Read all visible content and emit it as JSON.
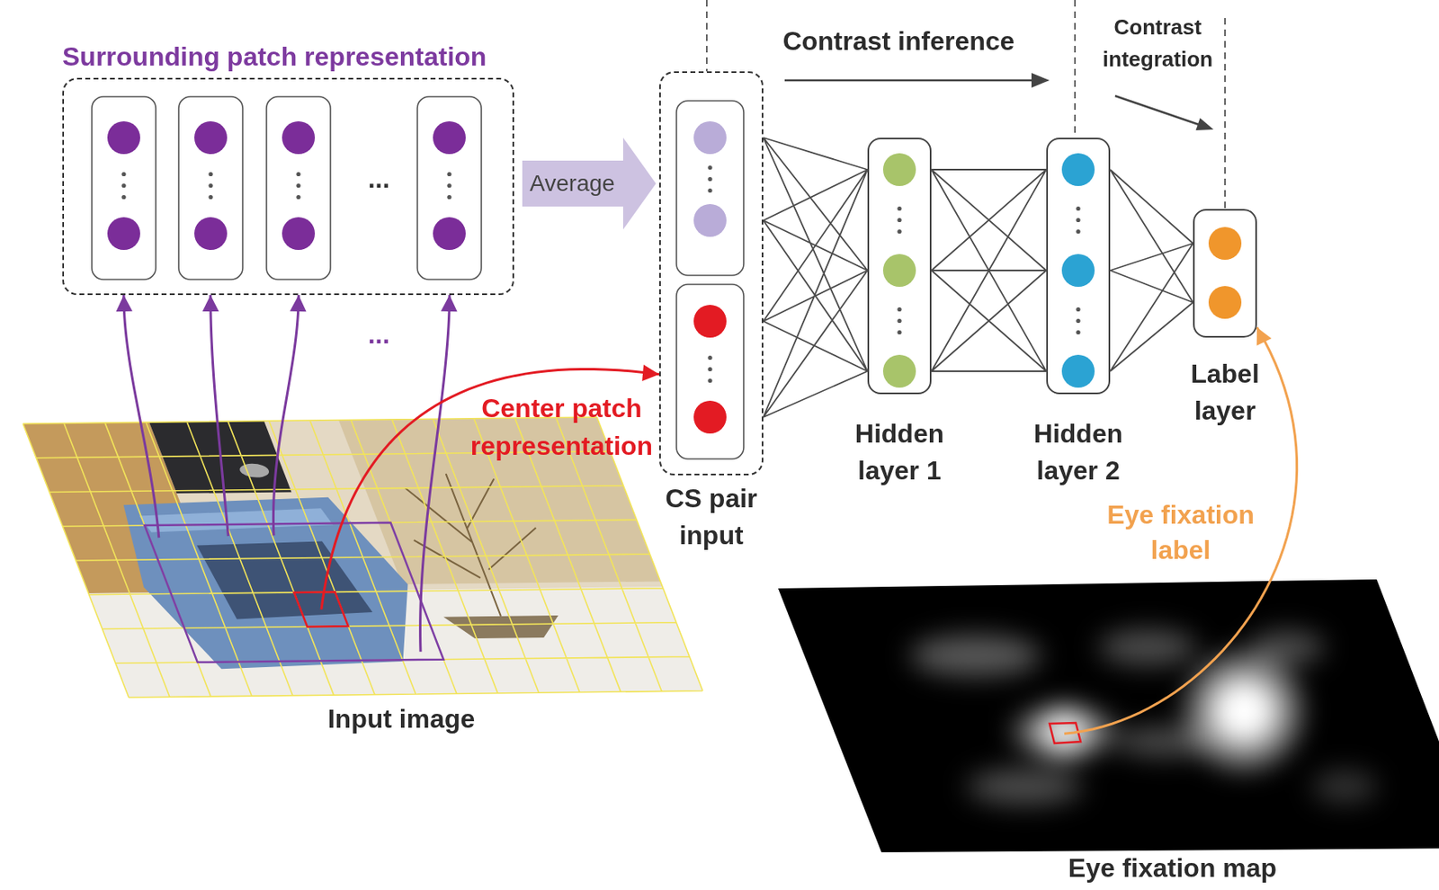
{
  "diagram": {
    "nodes": [
      {
        "text": [
          "Surrounding patch representation"
        ]
      },
      {
        "text": [
          "CS pair input"
        ]
      },
      {
        "text": [
          "Hidden layer 1"
        ]
      },
      {
        "text": [
          "Hidden layer 2"
        ]
      },
      {
        "text": [
          "Label layer"
        ]
      },
      {
        "text": [
          "Input image"
        ]
      },
      {
        "text": [
          "Eye fixation map"
        ]
      }
    ],
    "edges": [
      {
        "from": 5,
        "to": 0,
        "arrow": "to"
      },
      {
        "from": 5,
        "to": 0,
        "arrow": "to"
      },
      {
        "from": 5,
        "to": 0,
        "arrow": "to"
      },
      {
        "from": 5,
        "to": 0,
        "arrow": "to"
      },
      {
        "from": 5,
        "to": 1,
        "label": "Center patch representation",
        "arrow": "to"
      },
      {
        "from": 0,
        "to": 1,
        "label": "Average",
        "arrow": "to"
      },
      {
        "from": 1,
        "to": 2,
        "arrow": "none"
      },
      {
        "from": 2,
        "to": 3,
        "arrow": "none"
      },
      {
        "from": 3,
        "to": 4,
        "arrow": "none"
      },
      {
        "from": 6,
        "to": 4,
        "label": "Eye fixation label",
        "arrow": "to"
      }
    ],
    "labels": [
      "Contrast inference",
      "Contrast integration",
      "...",
      "..."
    ]
  }
}
